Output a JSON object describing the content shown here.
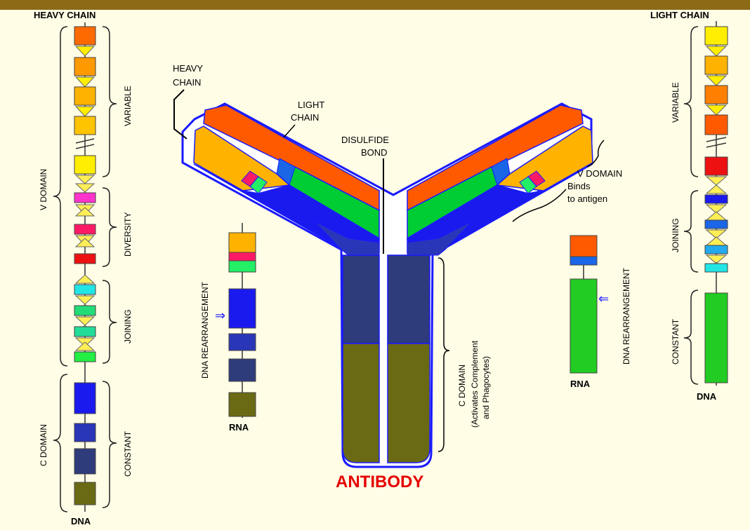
{
  "colors": {
    "frame": "#8c6a16",
    "background": "#fffde6",
    "outline": "#1a1aff",
    "heavy_variable": "#f7b500",
    "heavy_variable_tip": "#ff5a00",
    "light_variable": "#ff5a00",
    "light_constant": "#00cc33",
    "joining_light": "#1a66e6",
    "heavy_constant_1": "#2a36c8",
    "heavy_constant_2": "#2e3c8c",
    "heavy_constant_3": "#6a6a14",
    "diversity_magenta": "#ff33cc",
    "diversity_pink": "#ff1a66",
    "diversity_red": "#ee1111",
    "joining_cyan": "#22e6e6",
    "joining_green": "#22dd77",
    "joining_lime": "#22ee44",
    "yellow": "#ffee00"
  },
  "left_panel": {
    "title": "HEAVY CHAIN",
    "bottom_label": "DNA",
    "v_domain_label": "V DOMAIN",
    "c_domain_label": "C DOMAIN",
    "segments": {
      "variable": "VARIABLE",
      "diversity": "DIVERSITY",
      "joining": "JOINING",
      "constant": "CONSTANT"
    }
  },
  "right_panel": {
    "title": "LIGHT CHAIN",
    "bottom_label": "DNA",
    "segments": {
      "variable": "VARIABLE",
      "joining": "JOINING",
      "constant": "CONSTANT"
    }
  },
  "antibody": {
    "title": "ANTIBODY",
    "heavy_chain_label": [
      "HEAVY",
      "CHAIN"
    ],
    "light_chain_label": [
      "LIGHT",
      "CHAIN"
    ],
    "disulfide_label": [
      "DISULFIDE",
      "BOND"
    ],
    "v_domain_label": [
      "V DOMAIN",
      "Binds",
      "to antigen"
    ],
    "c_domain_label": [
      "C DOMAIN",
      "(Activates Complement",
      "and Phagocytes)"
    ]
  },
  "rna_heavy": {
    "label": "RNA",
    "rearrangement_label": "DNA REARRANGEMENT",
    "arrow": "⇒"
  },
  "rna_light": {
    "label": "RNA",
    "rearrangement_label": "DNA REARRANGEMENT",
    "arrow": "⇐"
  }
}
